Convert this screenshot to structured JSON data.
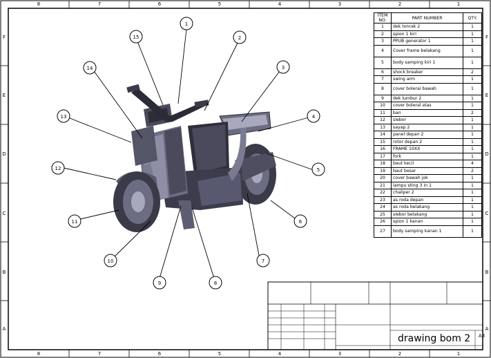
{
  "drawing": {
    "name": "drawing bom 2",
    "sheet_size": "A3"
  },
  "zones": {
    "top_columns": [
      "8",
      "7",
      "6",
      "5",
      "4",
      "3",
      "2",
      "1"
    ],
    "bottom_columns": [
      "8",
      "7",
      "6",
      "5",
      "4",
      "3",
      "2",
      "1"
    ],
    "left_rows": [
      "F",
      "E",
      "D",
      "C",
      "B",
      "A"
    ],
    "right_rows": [
      "F",
      "E",
      "D",
      "C",
      "B",
      "A"
    ]
  },
  "bom": {
    "headers": {
      "item": "ITEM NO.",
      "part": "PART NUMBER",
      "qty": "QTY."
    },
    "rows": [
      {
        "item": "1",
        "part": "dek tonrak 2",
        "qty": "1"
      },
      {
        "item": "2",
        "part": "spion 1 kiri",
        "qty": "1"
      },
      {
        "item": "3",
        "part": "PPUB generator 1",
        "qty": "1"
      },
      {
        "item": "4",
        "part": "Cover frame belakang",
        "qty": "1"
      },
      {
        "item": "5",
        "part": "body samping kiri 1",
        "qty": "1"
      },
      {
        "item": "6",
        "part": "shock breaker",
        "qty": "2"
      },
      {
        "item": "7",
        "part": "swing arm",
        "qty": "1"
      },
      {
        "item": "8",
        "part": "cover bolerai bawah",
        "qty": "1"
      },
      {
        "item": "9",
        "part": "dek lumbur 2",
        "qty": "1"
      },
      {
        "item": "10",
        "part": "cover boleral atas",
        "qty": "1"
      },
      {
        "item": "11",
        "part": "ban",
        "qty": "2"
      },
      {
        "item": "12",
        "part": "slebor",
        "qty": "1"
      },
      {
        "item": "13",
        "part": "sayap 2",
        "qty": "1"
      },
      {
        "item": "14",
        "part": "panel depan 2",
        "qty": "1"
      },
      {
        "item": "15",
        "part": "rotor depan 2",
        "qty": "1"
      },
      {
        "item": "16",
        "part": "FRAME 10XX",
        "qty": "1"
      },
      {
        "item": "17",
        "part": "fork",
        "qty": "1"
      },
      {
        "item": "18",
        "part": "baut kecil",
        "qty": "4"
      },
      {
        "item": "19",
        "part": "baut besar",
        "qty": "2"
      },
      {
        "item": "20",
        "part": "cover bawah jok",
        "qty": "1"
      },
      {
        "item": "21",
        "part": "lampu sting 3 in 1",
        "qty": "1"
      },
      {
        "item": "22",
        "part": "chaliper 2",
        "qty": "1"
      },
      {
        "item": "23",
        "part": "as roda depan",
        "qty": "1"
      },
      {
        "item": "24",
        "part": "as roda belakang",
        "qty": "1"
      },
      {
        "item": "25",
        "part": "slebor belakang",
        "qty": "1"
      },
      {
        "item": "26",
        "part": "spion 1 kanan",
        "qty": "1"
      },
      {
        "item": "27",
        "part": "body samping kanan 1",
        "qty": "1"
      }
    ]
  },
  "balloons": [
    "1",
    "2",
    "3",
    "4",
    "5",
    "6",
    "7",
    "8",
    "9",
    "10",
    "11",
    "12",
    "13",
    "14",
    "15"
  ],
  "colors": {
    "line": "#000000",
    "model_dark": "#3a3a48",
    "model_mid": "#6c6c82",
    "model_light": "#a9a9bd",
    "border_fill": "#ffffff"
  }
}
